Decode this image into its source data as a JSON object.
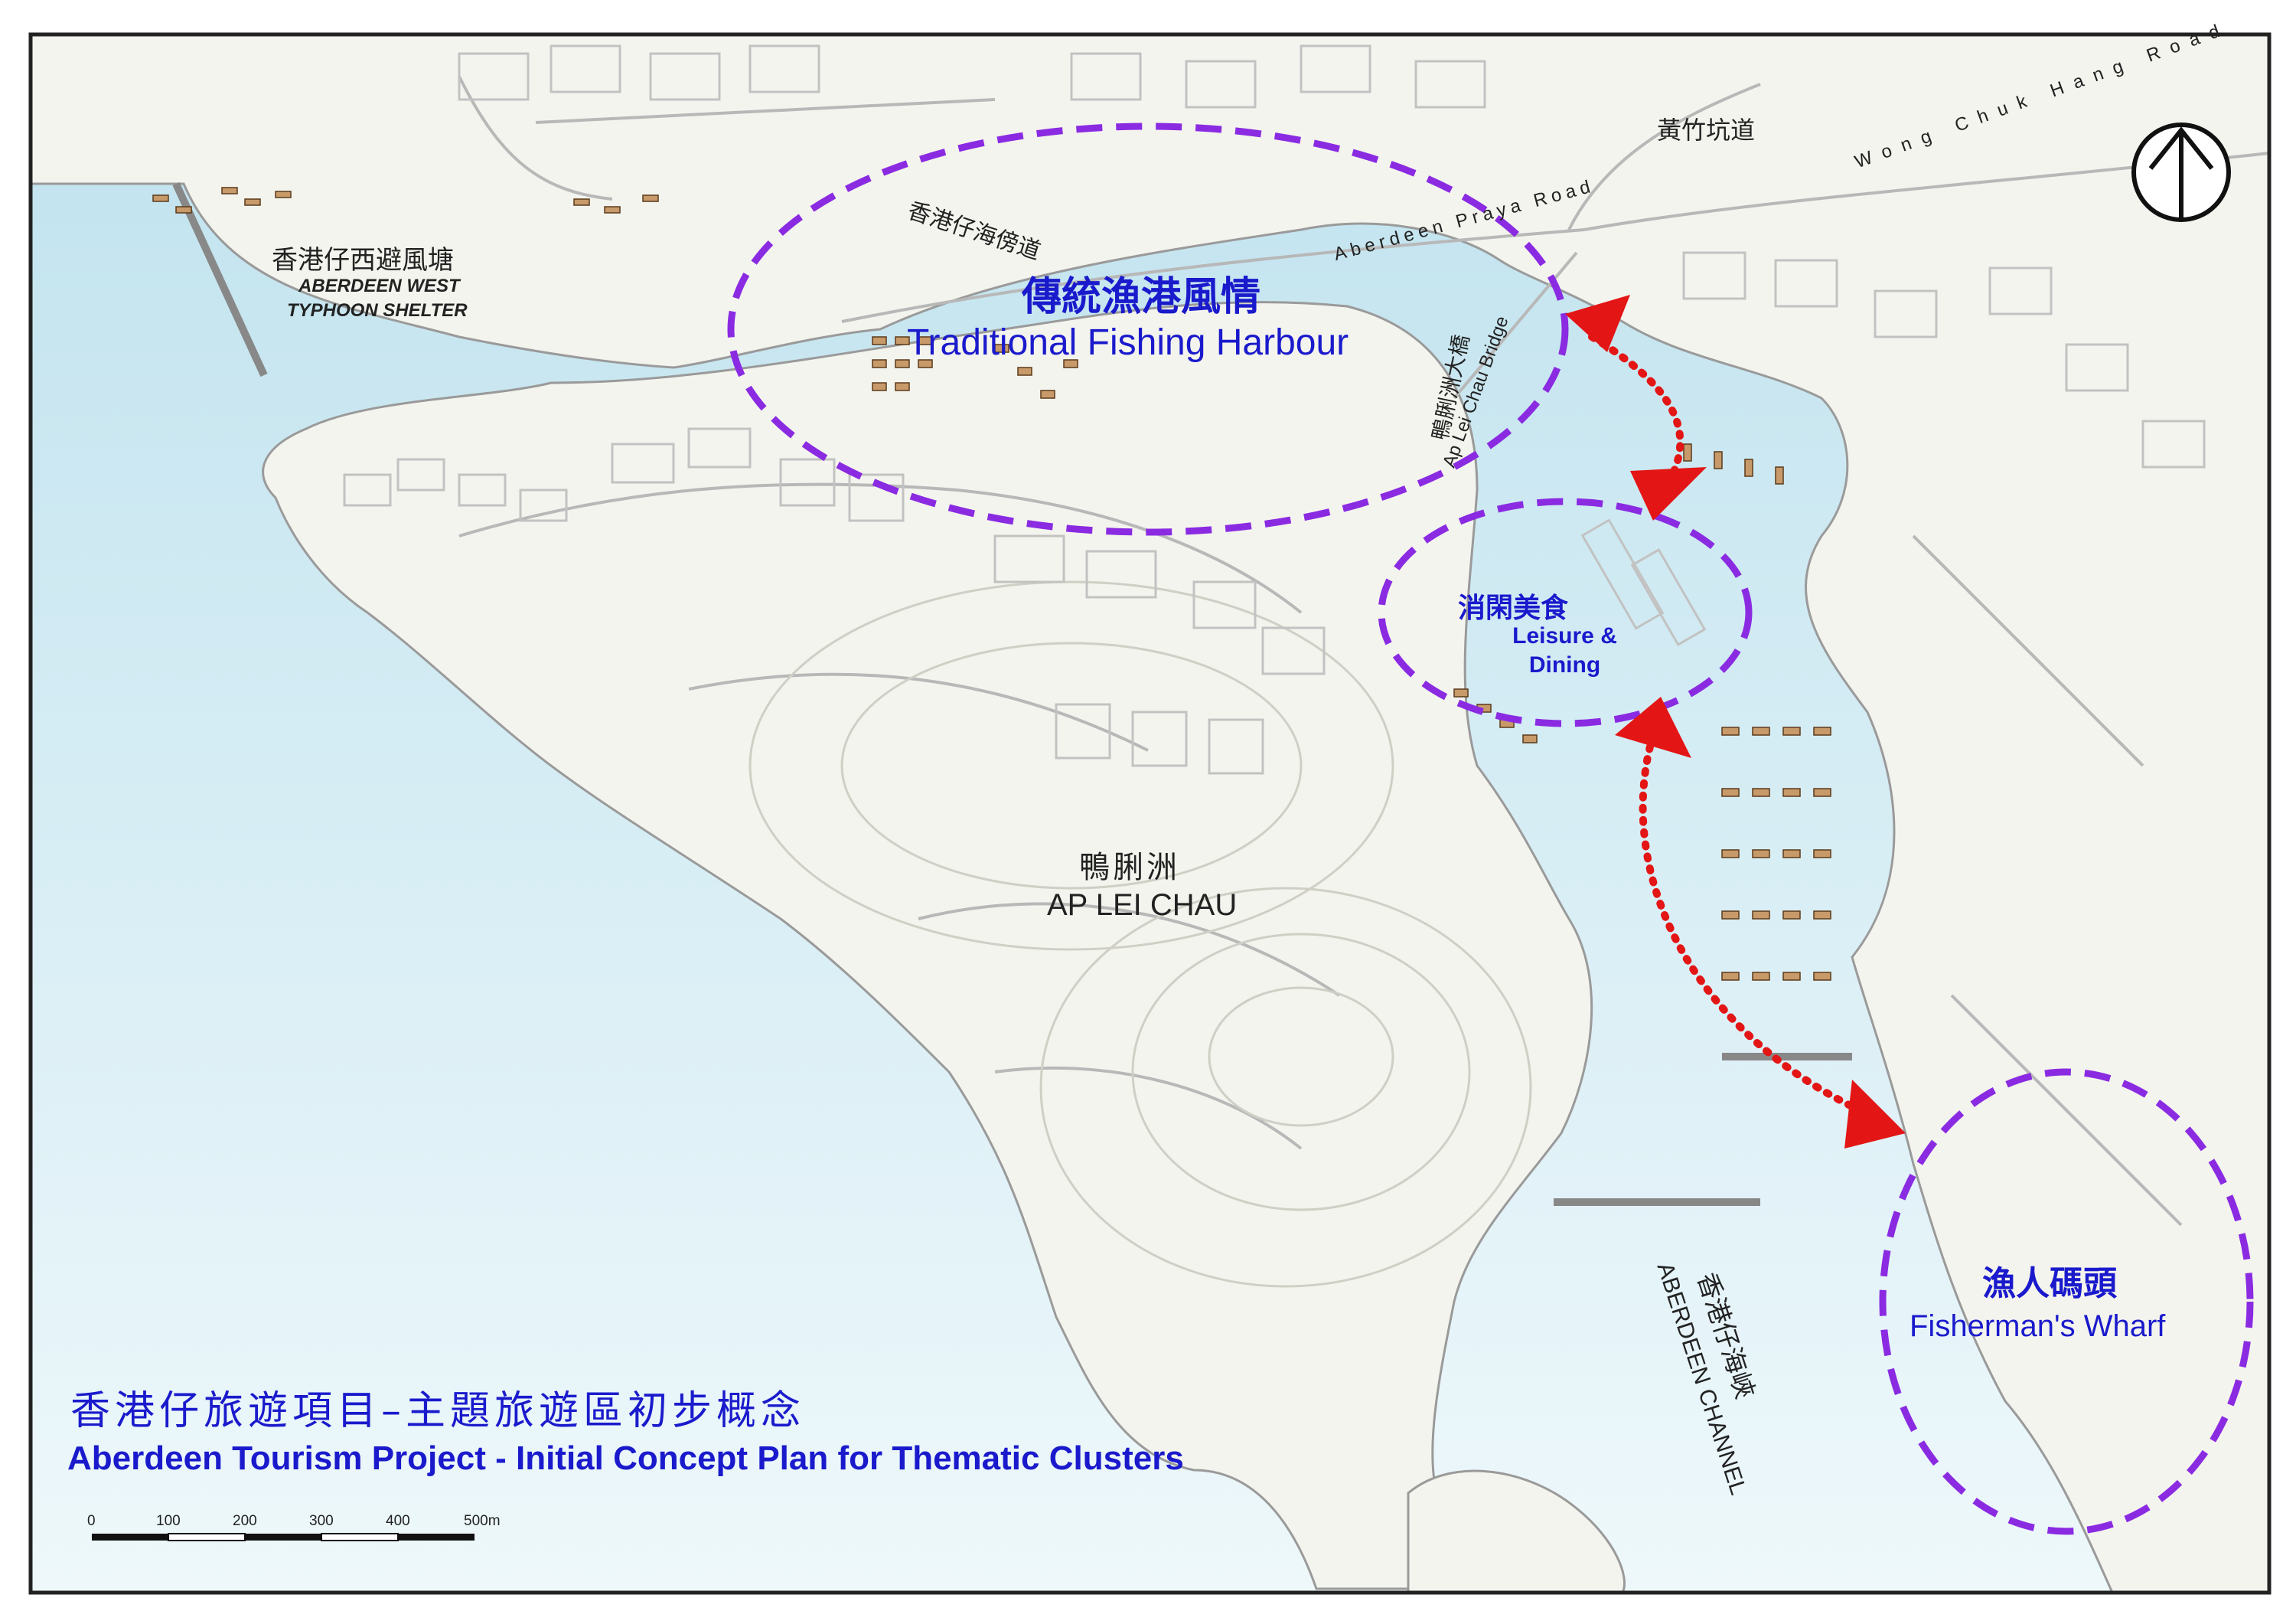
{
  "map_title": {
    "zh": "香港仔旅遊項目–主題旅遊區初步概念",
    "en": "Aberdeen Tourism Project - Initial Concept Plan for Thematic Clusters"
  },
  "clusters": [
    {
      "zh": "傳統漁港風情",
      "en": "Traditional Fishing Harbour"
    },
    {
      "zh": "消閑美食",
      "en": "Leisure & Dining"
    },
    {
      "zh": "漁人碼頭",
      "en": "Fisherman's Wharf"
    }
  ],
  "place_labels": {
    "typhoon_shelter_zh": "香港仔西避風塘",
    "typhoon_shelter_en_1": "ABERDEEN WEST",
    "typhoon_shelter_en_2": "TYPHOON SHELTER",
    "ap_lei_chau_zh": "鴨脷洲",
    "ap_lei_chau_en": "AP LEI CHAU",
    "praya_road_zh": "香港仔海傍道",
    "praya_road_en": "Aberdeen Praya Road",
    "wong_chuk_hang_zh": "黃竹坑道",
    "wong_chuk_hang_en": "Wong Chuk Hang Road",
    "bridge_zh": "鴨脷洲大橋",
    "bridge_en": "Ap Lei Chau Bridge",
    "channel_zh": "香港仔海峽",
    "channel_en": "ABERDEEN CHANNEL"
  },
  "scale_bar": {
    "ticks": [
      "0",
      "100",
      "200",
      "300",
      "400",
      "500m"
    ]
  },
  "colors": {
    "sea": "#cfe9f1",
    "land": "#f4f4ee",
    "cluster_outline": "#8a2be2",
    "link_arrow": "#e31515",
    "label_blue": "#1a1acc"
  },
  "icons": {
    "north_arrow": "north-arrow-icon"
  }
}
